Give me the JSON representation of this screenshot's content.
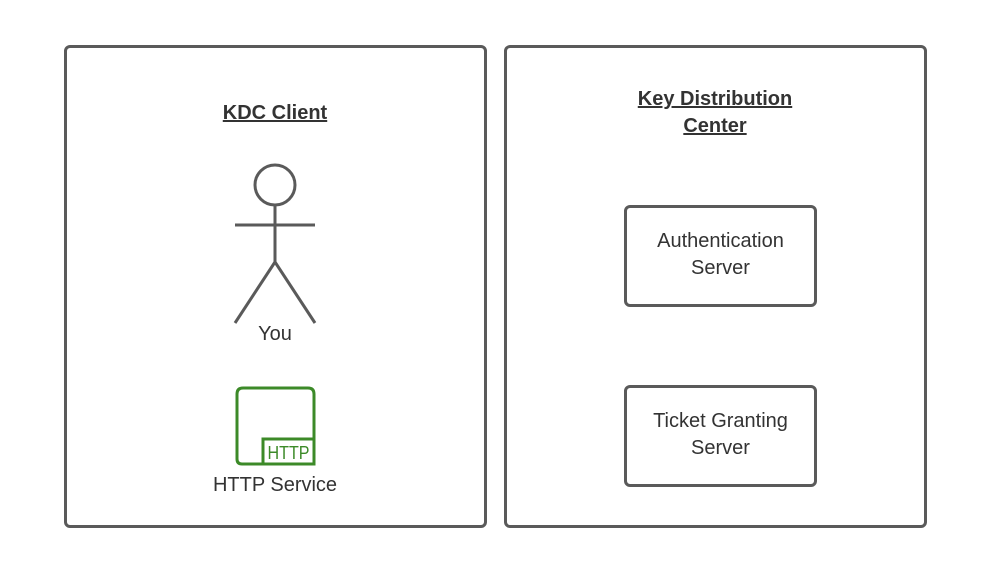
{
  "kdc_client": {
    "title": "KDC Client",
    "actor_label": "You",
    "service_label": "HTTP Service",
    "service_icon_text": "HTTP"
  },
  "kdc": {
    "title_line1": "Key Distribution",
    "title_line2": "Center",
    "servers": [
      {
        "line1": "Authentication",
        "line2": "Server"
      },
      {
        "line1": "Ticket Granting",
        "line2": "Server"
      }
    ]
  },
  "colors": {
    "border": "#5a5a5a",
    "http_icon": "#3c8a28"
  }
}
